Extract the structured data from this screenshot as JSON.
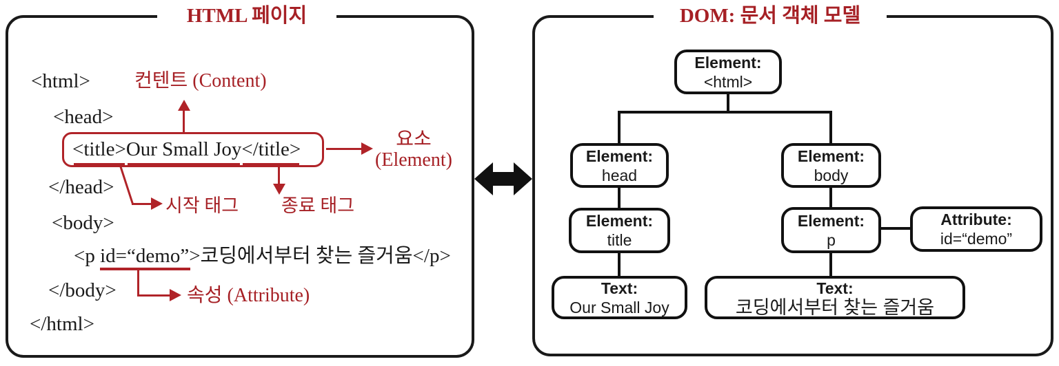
{
  "colors": {
    "annotation_red": "#a62025",
    "red_box_border": "#b02328",
    "line_black": "#111111"
  },
  "left_panel": {
    "title": "HTML 페이지",
    "code": {
      "html_open": "<html>",
      "head_open": "<head>",
      "title_open_tag": "<title>",
      "title_content": "Our Small Joy",
      "title_close_tag": "</title>",
      "head_close": "</head>",
      "body_open": "<body>",
      "p_open": "<p ",
      "p_attr": "id=“demo”",
      "p_rest": ">코딩에서부터 찾는 즐거움</p>",
      "body_close": "</body>",
      "html_close": "</html>"
    },
    "annotations": {
      "content": "컨텐트 (Content)",
      "element_line1": "요소",
      "element_line2": "(Element)",
      "start_tag": "시작 태그",
      "end_tag": "종료 태그",
      "attribute": "속성 (Attribute)"
    }
  },
  "right_panel": {
    "title": "DOM: 문서 객체 모델",
    "nodes": {
      "html": {
        "type": "Element:",
        "value": "<html>"
      },
      "head": {
        "type": "Element:",
        "value": "head"
      },
      "body": {
        "type": "Element:",
        "value": "body"
      },
      "title": {
        "type": "Element:",
        "value": "title"
      },
      "p": {
        "type": "Element:",
        "value": "p"
      },
      "attr": {
        "type": "Attribute:",
        "value": "id=“demo”"
      },
      "text_title": {
        "type": "Text:",
        "value": "Our Small Joy"
      },
      "text_p": {
        "type": "Text:",
        "value": "코딩에서부터 찾는 즐거움"
      }
    }
  }
}
